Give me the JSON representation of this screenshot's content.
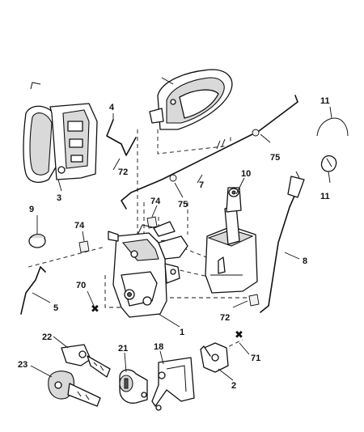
{
  "callouts": [
    {
      "id": "c1",
      "text": "1"
    },
    {
      "id": "c2",
      "text": "2"
    },
    {
      "id": "c3",
      "text": "3"
    },
    {
      "id": "c4",
      "text": "4"
    },
    {
      "id": "c5",
      "text": "5"
    },
    {
      "id": "c7",
      "text": "7"
    },
    {
      "id": "c8",
      "text": "8"
    },
    {
      "id": "c9",
      "text": "9"
    },
    {
      "id": "c10",
      "text": "10"
    },
    {
      "id": "c11a",
      "text": "11"
    },
    {
      "id": "c11b",
      "text": "11"
    },
    {
      "id": "c18",
      "text": "18"
    },
    {
      "id": "c21",
      "text": "21"
    },
    {
      "id": "c22",
      "text": "22"
    },
    {
      "id": "c23",
      "text": "23"
    },
    {
      "id": "c70",
      "text": "70"
    },
    {
      "id": "c71",
      "text": "71"
    },
    {
      "id": "c72a",
      "text": "72"
    },
    {
      "id": "c72b",
      "text": "72"
    },
    {
      "id": "c74a",
      "text": "74"
    },
    {
      "id": "c74b",
      "text": "74"
    },
    {
      "id": "c75a",
      "text": "75"
    },
    {
      "id": "c75b",
      "text": "75"
    }
  ],
  "markers": {
    "cross": "✖"
  }
}
